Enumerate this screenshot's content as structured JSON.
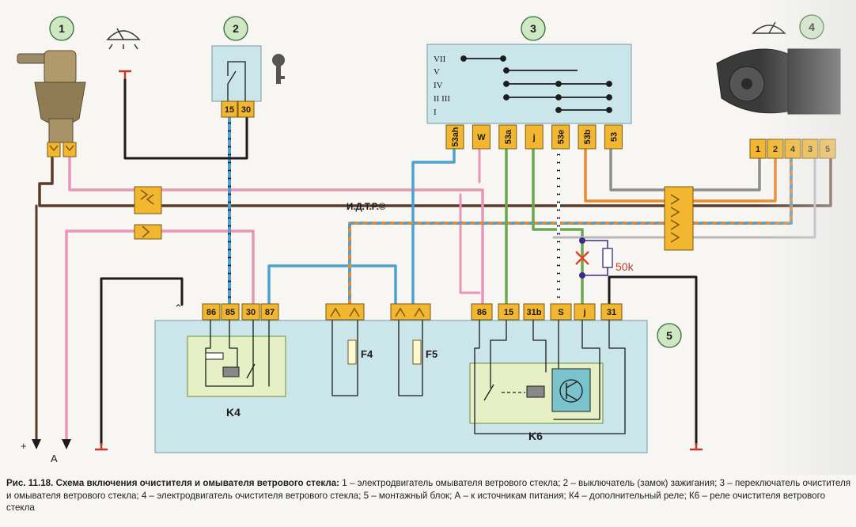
{
  "callouts": [
    "1",
    "2",
    "3",
    "4",
    "5"
  ],
  "switch_positions": [
    "VII",
    "V",
    "IV",
    "II III",
    "I"
  ],
  "switch_pins": [
    "53ah",
    "W",
    "53a",
    "j",
    "53e",
    "53b",
    "53"
  ],
  "ignition_pins": [
    "15",
    "30"
  ],
  "motor_pins": [
    "1",
    "2",
    "4",
    "3",
    "5"
  ],
  "block_pins_left": [
    "86",
    "85",
    "30",
    "87"
  ],
  "block_pins_right": [
    "86",
    "15",
    "31b",
    "S",
    "j",
    "31"
  ],
  "components": {
    "relay_k4": "K4",
    "relay_k6": "K6",
    "fuse_f4": "F4",
    "fuse_f5": "F5",
    "resistor": "50k",
    "copyright": "И.Д.Т.Р.©"
  },
  "source_labels": {
    "plus": "+",
    "a": "A"
  },
  "caption": {
    "lead": "Рис. 11.18. Схема включения очистителя и омывателя ветрового стекла:",
    "text": " 1 – электродвигатель омывателя ветрового стекла; 2 – выключатель (замок) зажигания; 3 – переключатель очистителя и омывателя ветрового стекла; 4 – электродвигатель очистителя ветрового стекла; 5 – монтажный блок; А – к источникам питания; К4 – дополнительный реле; К6 – реле очистителя ветрового стекла"
  },
  "colors": {
    "pin_fill": "#f2b631",
    "block_fill": "#cbe6ea",
    "relay_fill": "#e6f0c4",
    "callout_fill": "#cfe8c4",
    "wire_pink": "#e895b8",
    "wire_blue": "#4fa0cf",
    "wire_brown": "#5a3a28",
    "wire_green": "#6aa84f",
    "wire_orange": "#ea8a2e",
    "wire_gray": "#8d8d8d",
    "wire_black": "#1c1c1c"
  }
}
